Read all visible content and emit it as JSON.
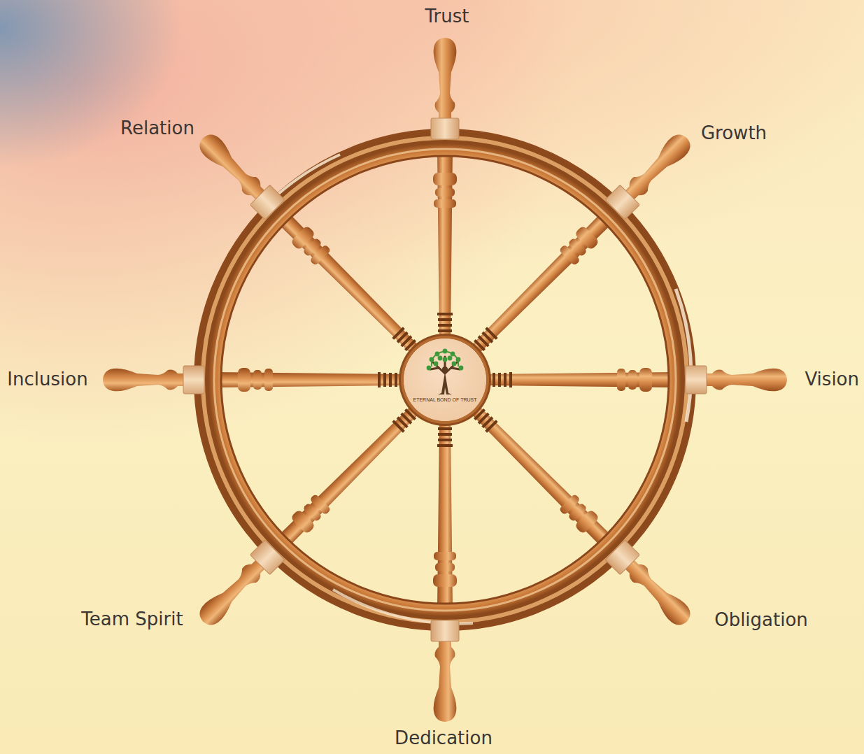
{
  "diagram": {
    "nodes": [
      {
        "text": [
          "ETERNAL BOND OF TRUST"
        ]
      }
    ],
    "labels": [
      "Trust",
      "Relation",
      "Growth",
      "Inclusion",
      "Vision",
      "Team Spirit",
      "Obligation",
      "Dedication"
    ]
  }
}
